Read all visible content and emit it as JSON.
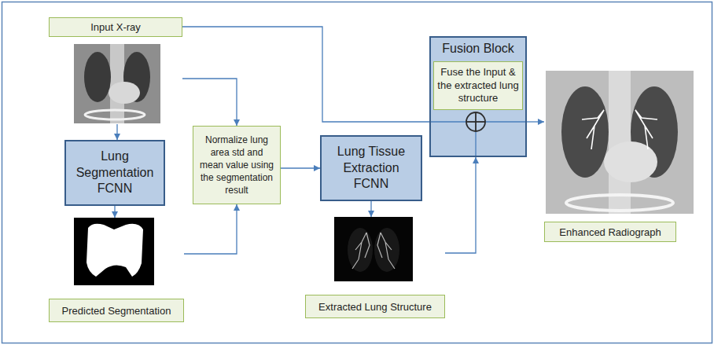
{
  "diagram": {
    "nodes": [
      {
        "text": [
          "Input X-ray"
        ]
      },
      {
        "text": [
          "Lung Segmentation FCNN"
        ]
      },
      {
        "text": [
          "Normalize lung area std and mean value using the segmentation result"
        ]
      },
      {
        "text": [
          "Lung Tissue Extraction FCNN"
        ]
      },
      {
        "text": [
          "Fusion Block"
        ]
      },
      {
        "text": [
          "Fuse the Input & the extracted lung structure"
        ],
        "in": 4
      },
      {
        "text": [
          "Predicted Segmentation"
        ]
      },
      {
        "text": [
          "Extracted Lung Structure"
        ]
      },
      {
        "text": [
          "Enhanced Radiograph"
        ]
      }
    ],
    "edges": [
      {
        "from": 0,
        "to": 1,
        "arrow": "to"
      },
      {
        "from": 0,
        "to": 2,
        "arrow": "to"
      },
      {
        "from": 1,
        "to": 6,
        "arrow": "to"
      },
      {
        "from": 6,
        "to": 2,
        "arrow": "to"
      },
      {
        "from": 2,
        "to": 3,
        "arrow": "to"
      },
      {
        "from": 3,
        "to": 7,
        "arrow": "to"
      },
      {
        "from": 7,
        "to": 4,
        "arrow": "to"
      },
      {
        "from": 0,
        "to": 4,
        "arrow": "none"
      },
      {
        "from": 4,
        "to": 8,
        "arrow": "to"
      }
    ]
  }
}
